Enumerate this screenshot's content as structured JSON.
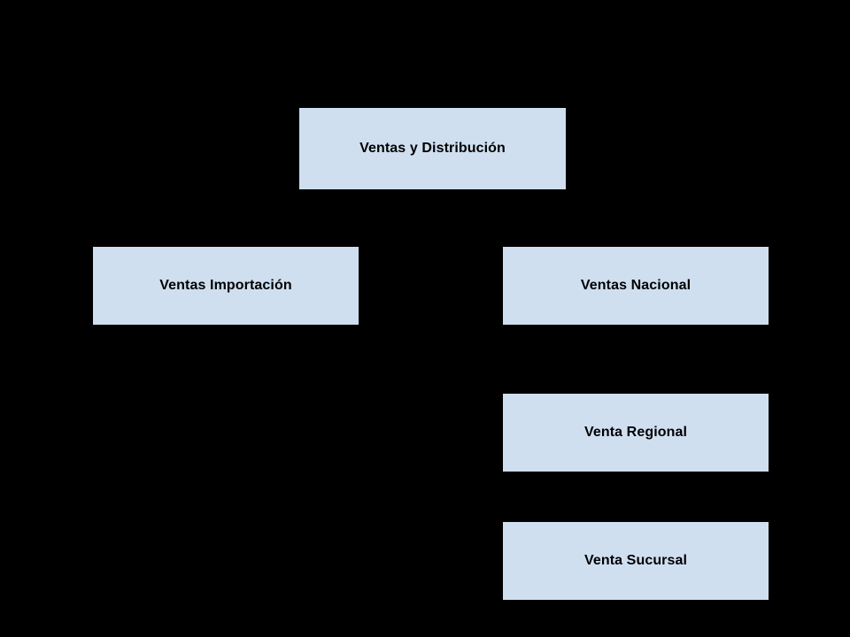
{
  "diagram": {
    "type": "org-chart",
    "background_color": "#000000",
    "node_fill_color": "#cfdff0",
    "node_text_color": "#000000",
    "nodes": [
      {
        "id": "ventas-y-distribucion",
        "label": "Ventas y Distribución",
        "level": 0
      },
      {
        "id": "ventas-importacion",
        "label": "Ventas Importación",
        "level": 1
      },
      {
        "id": "ventas-nacional",
        "label": "Ventas Nacional",
        "level": 1
      },
      {
        "id": "venta-regional",
        "label": "Venta Regional",
        "level": 2
      },
      {
        "id": "venta-sucursal",
        "label": "Venta Sucursal",
        "level": 3
      }
    ]
  }
}
